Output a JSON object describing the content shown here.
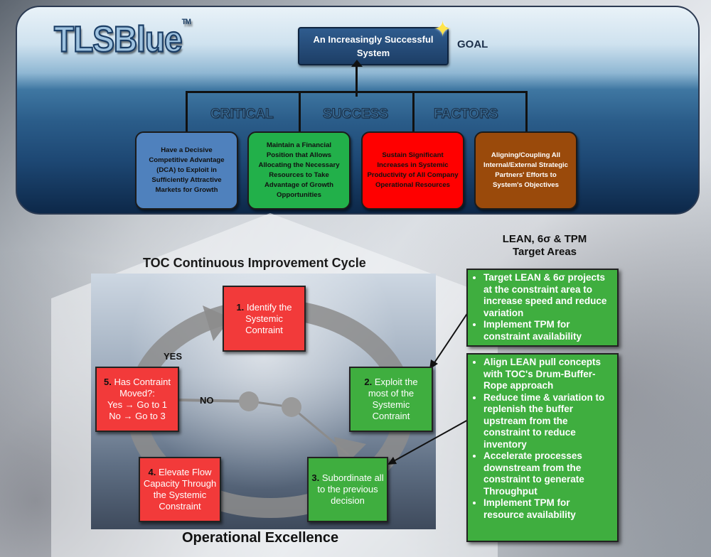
{
  "logo": {
    "text": "TLSBlue",
    "tm": "TM"
  },
  "goal": {
    "box_text": "An Increasingly Successful System",
    "label": "GOAL"
  },
  "csf_header": [
    "CRITICAL",
    "SUCCESS",
    "FACTORS"
  ],
  "csf_boxes": [
    {
      "text": "Have a Decisive Competitive Advantage (DCA) to  Exploit in Sufficiently Attractive Markets for Growth",
      "color": "#4f81bd",
      "text_color": "#111111"
    },
    {
      "text": "Maintain a Financial Position that Allows Allocating the Necessary Resources to Take Advantage of Growth Opportunities",
      "color": "#22b04a",
      "text_color": "#111111"
    },
    {
      "text": "Sustain Significant Increases in Systemic Productivity of All Company Operational Resources",
      "color": "#ff0000",
      "text_color": "#111111"
    },
    {
      "text": "Aligning/Coupling All Internal/External Strategic Partners' Efforts to System's Objectives",
      "color": "#9a4a0b",
      "text_color": "#ffffff"
    }
  ],
  "cycle": {
    "title": "TOC Continuous Improvement Cycle",
    "steps": [
      {
        "num": "1.",
        "text": "Identify the Systemic Contraint"
      },
      {
        "num": "2.",
        "text": "Exploit the most of the Systemic Contraint"
      },
      {
        "num": "3.",
        "text": "Subordinate all to the previous decision"
      },
      {
        "num": "4.",
        "text": "Elevate Flow Capacity Through the Systemic Constraint"
      },
      {
        "num": "5.",
        "text": "Has Contraint Moved?:",
        "line2": "Yes → Go to 1",
        "line3": "No → Go to 3"
      }
    ],
    "yes": "YES",
    "no": "NO"
  },
  "footer_title": "Operational Excellence",
  "lean": {
    "title_line1": "LEAN, 6σ & TPM",
    "title_line2": "Target Areas",
    "box1": [
      "Target LEAN & 6σ projects at the constraint area to increase speed and reduce variation",
      "Implement TPM for constraint availability"
    ],
    "box2": [
      "Align LEAN pull concepts with TOC's Drum-Buffer-Rope approach",
      "Reduce time & variation to replenish the buffer upstream from the constraint to reduce inventory",
      "Accelerate processes downstream from the constraint to generate Throughput",
      "Implement TPM for resource availability"
    ]
  }
}
